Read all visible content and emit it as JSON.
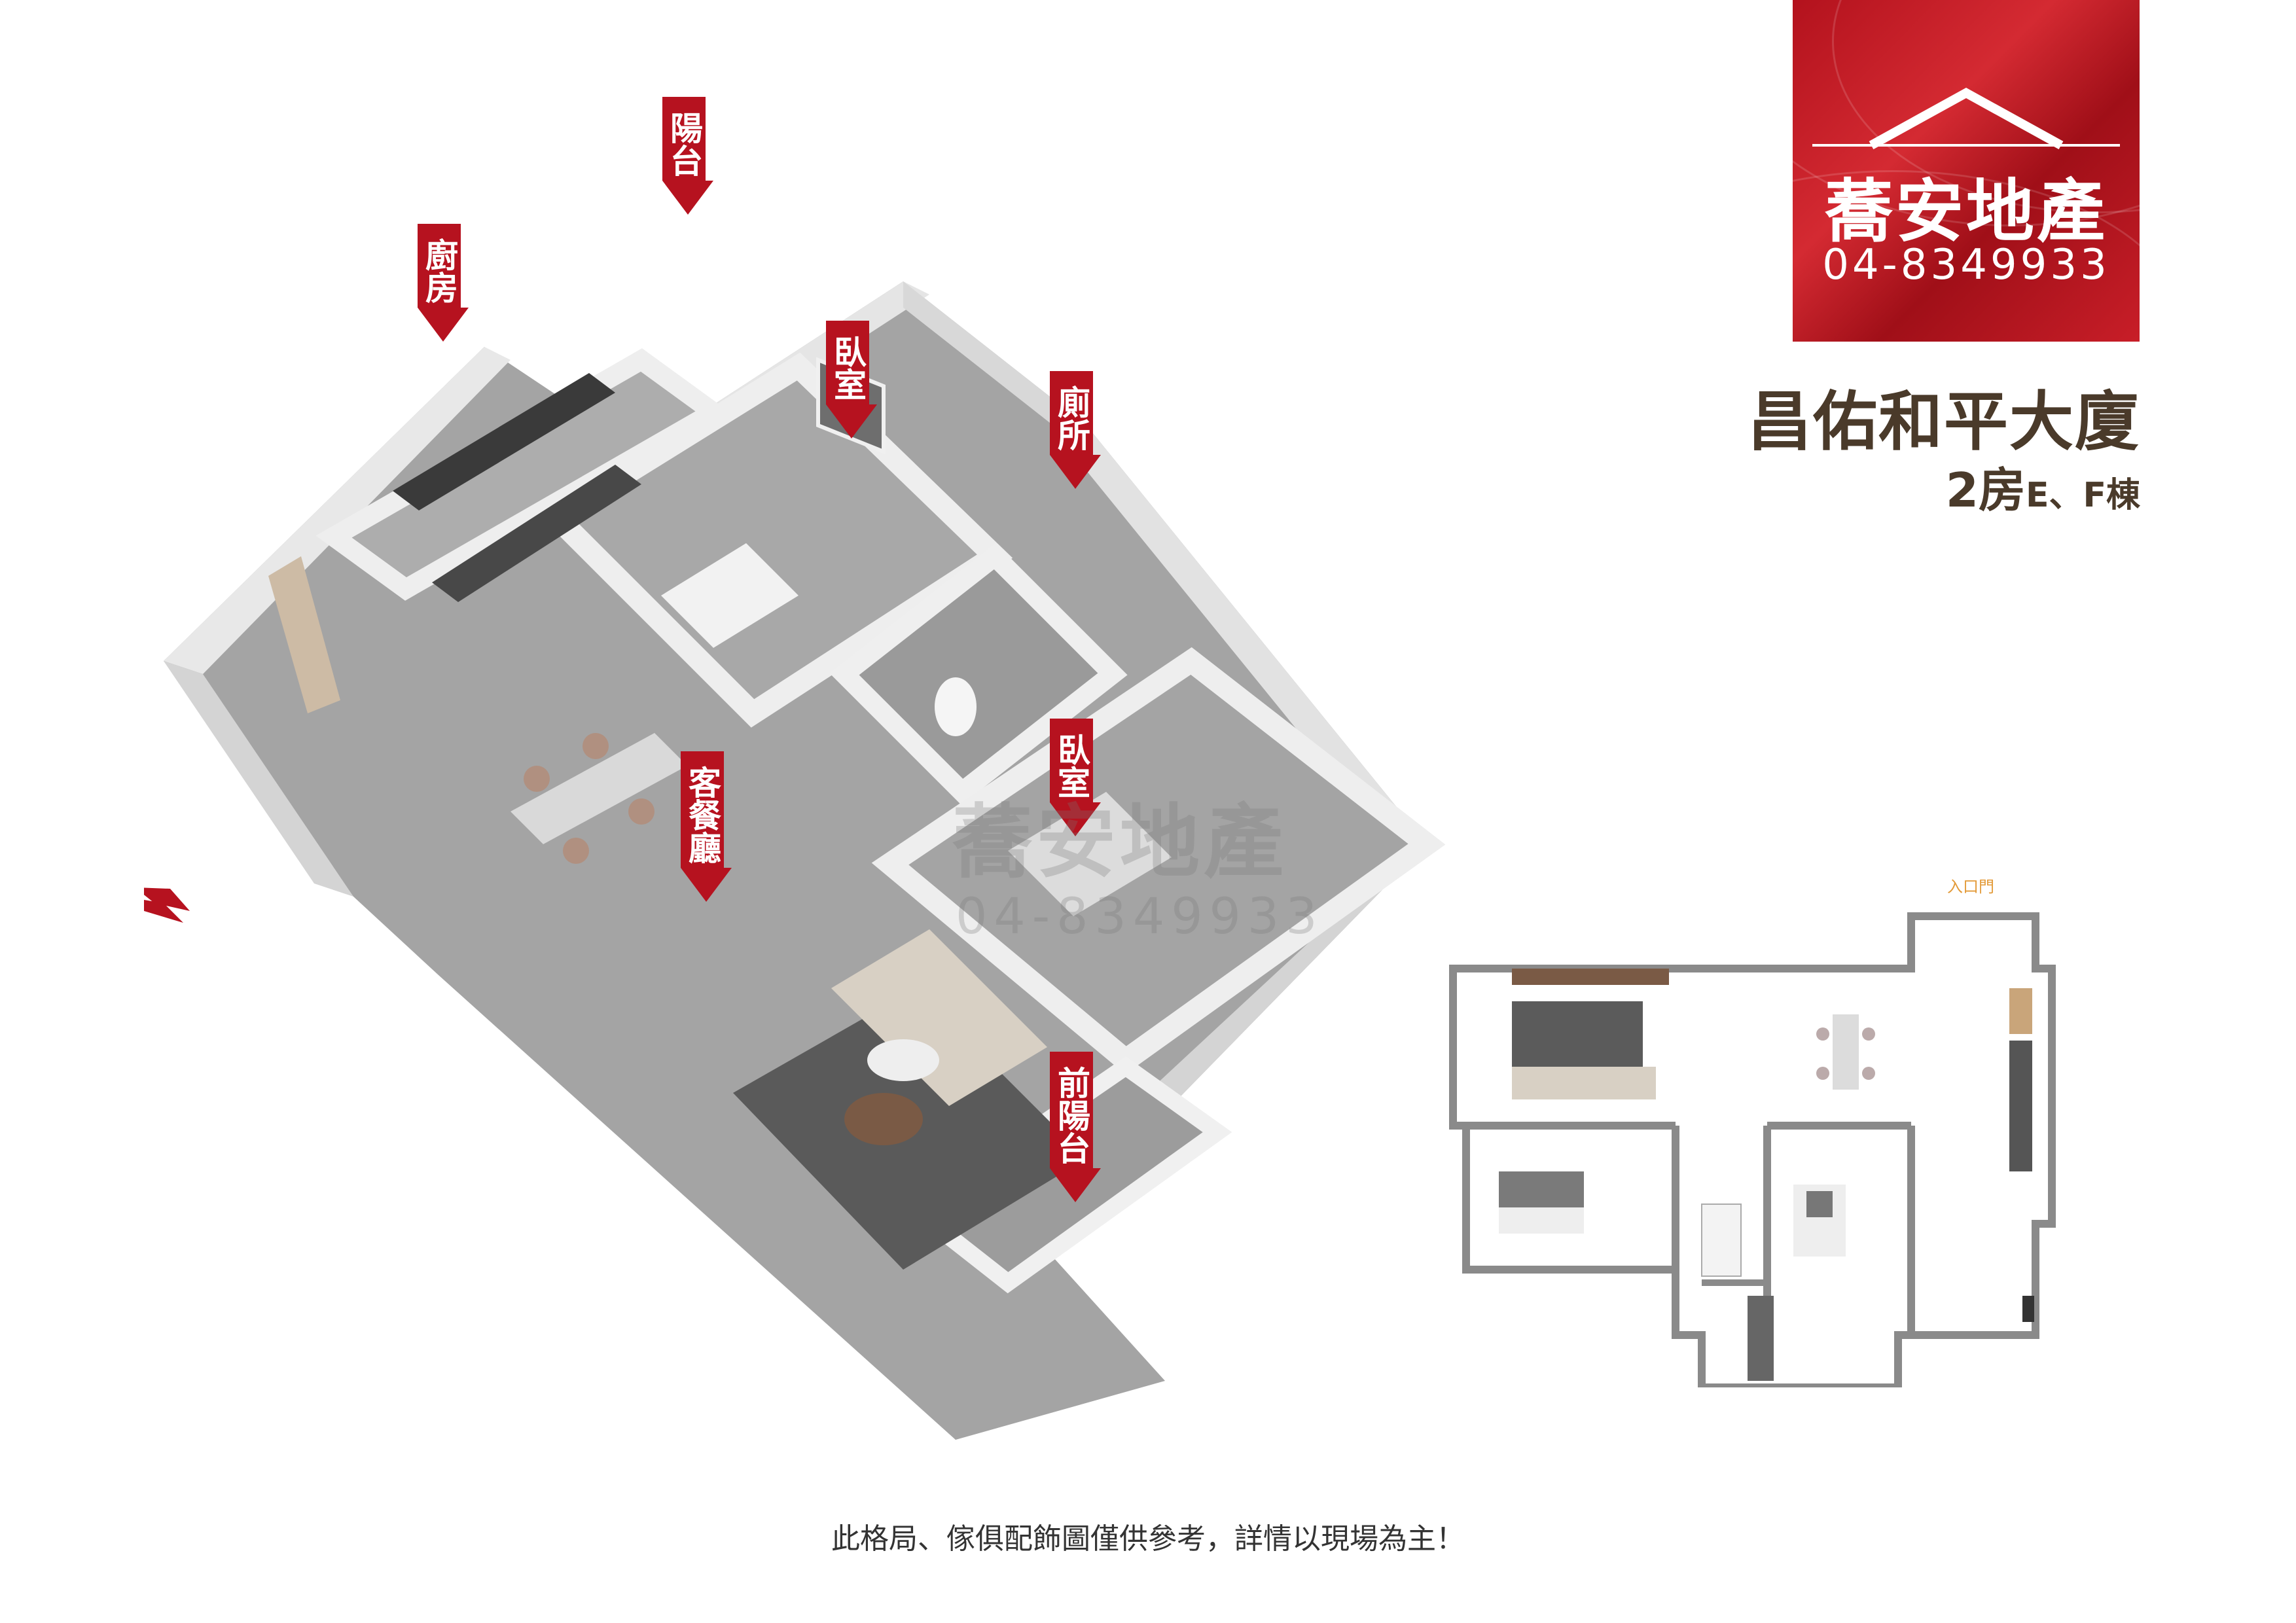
{
  "brand": {
    "name": "蕎安地產",
    "phone": "04-8349933",
    "color": "#b6121f"
  },
  "building": {
    "name": "昌佑和平大廈",
    "type_main": "2房",
    "type_sub": "E、F棟"
  },
  "rooms": {
    "balcony": "陽台",
    "kitchen": "廚房",
    "bedroom_1": "臥室",
    "toilet": "廁所",
    "bedroom_2": "臥室",
    "living_dining": "客餐廳",
    "front_balcony": "前陽台"
  },
  "plan2d": {
    "entry_label": "入口門"
  },
  "disclaimer": "此格局、傢俱配飾圖僅供參考，詳情以現場為主！",
  "icons": [
    "entry-arrows-icon",
    "roof-icon"
  ]
}
